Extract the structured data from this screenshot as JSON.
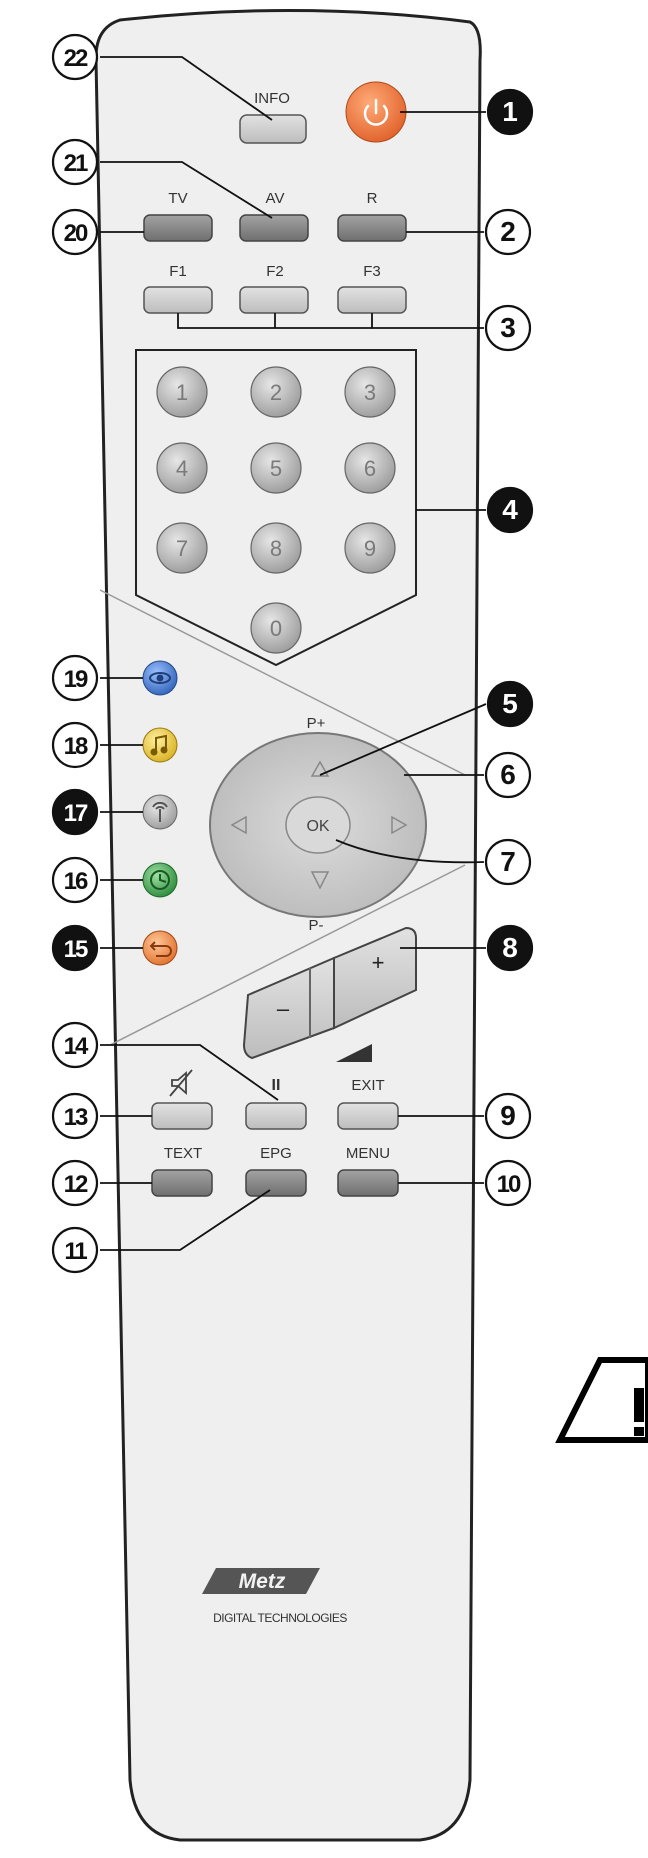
{
  "buttons": {
    "info": "INFO",
    "tv": "TV",
    "av": "AV",
    "r": "R",
    "f1": "F1",
    "f2": "F2",
    "f3": "F3",
    "exit": "EXIT",
    "text": "TEXT",
    "epg": "EPG",
    "menu": "MENU",
    "ok": "OK",
    "p_plus": "P+",
    "p_minus": "P-",
    "vol_plus": "+",
    "vol_minus": "–",
    "pause": "II"
  },
  "digits": [
    "1",
    "2",
    "3",
    "4",
    "5",
    "6",
    "7",
    "8",
    "9",
    "0"
  ],
  "icons": {
    "power": "power-icon",
    "mute": "mute-icon",
    "blue": "eye-icon",
    "yellow": "music-note-icon",
    "antenna": "antenna-icon",
    "green": "clock-icon",
    "orange": "return-icon",
    "warning": "warning-triangle-icon"
  },
  "colors": {
    "power": "#f07a3a",
    "blue": "#4a7fd0",
    "yellow": "#f0d23a",
    "green": "#3aa04a",
    "orange": "#f08a3a",
    "body": "#efefef",
    "callout_filled": "#111111"
  },
  "callouts": {
    "c1": "1",
    "c2": "2",
    "c3": "3",
    "c4": "4",
    "c5": "5",
    "c6": "6",
    "c7": "7",
    "c8": "8",
    "c9": "9",
    "c10": "10",
    "c11": "11",
    "c12": "12",
    "c13": "13",
    "c14": "14",
    "c15": "15",
    "c16": "16",
    "c17": "17",
    "c18": "18",
    "c19": "19",
    "c20": "20",
    "c21": "21",
    "c22": "22"
  },
  "brand": {
    "logo": "Metz",
    "tagline": "DIGITAL TECHNOLOGIES"
  }
}
